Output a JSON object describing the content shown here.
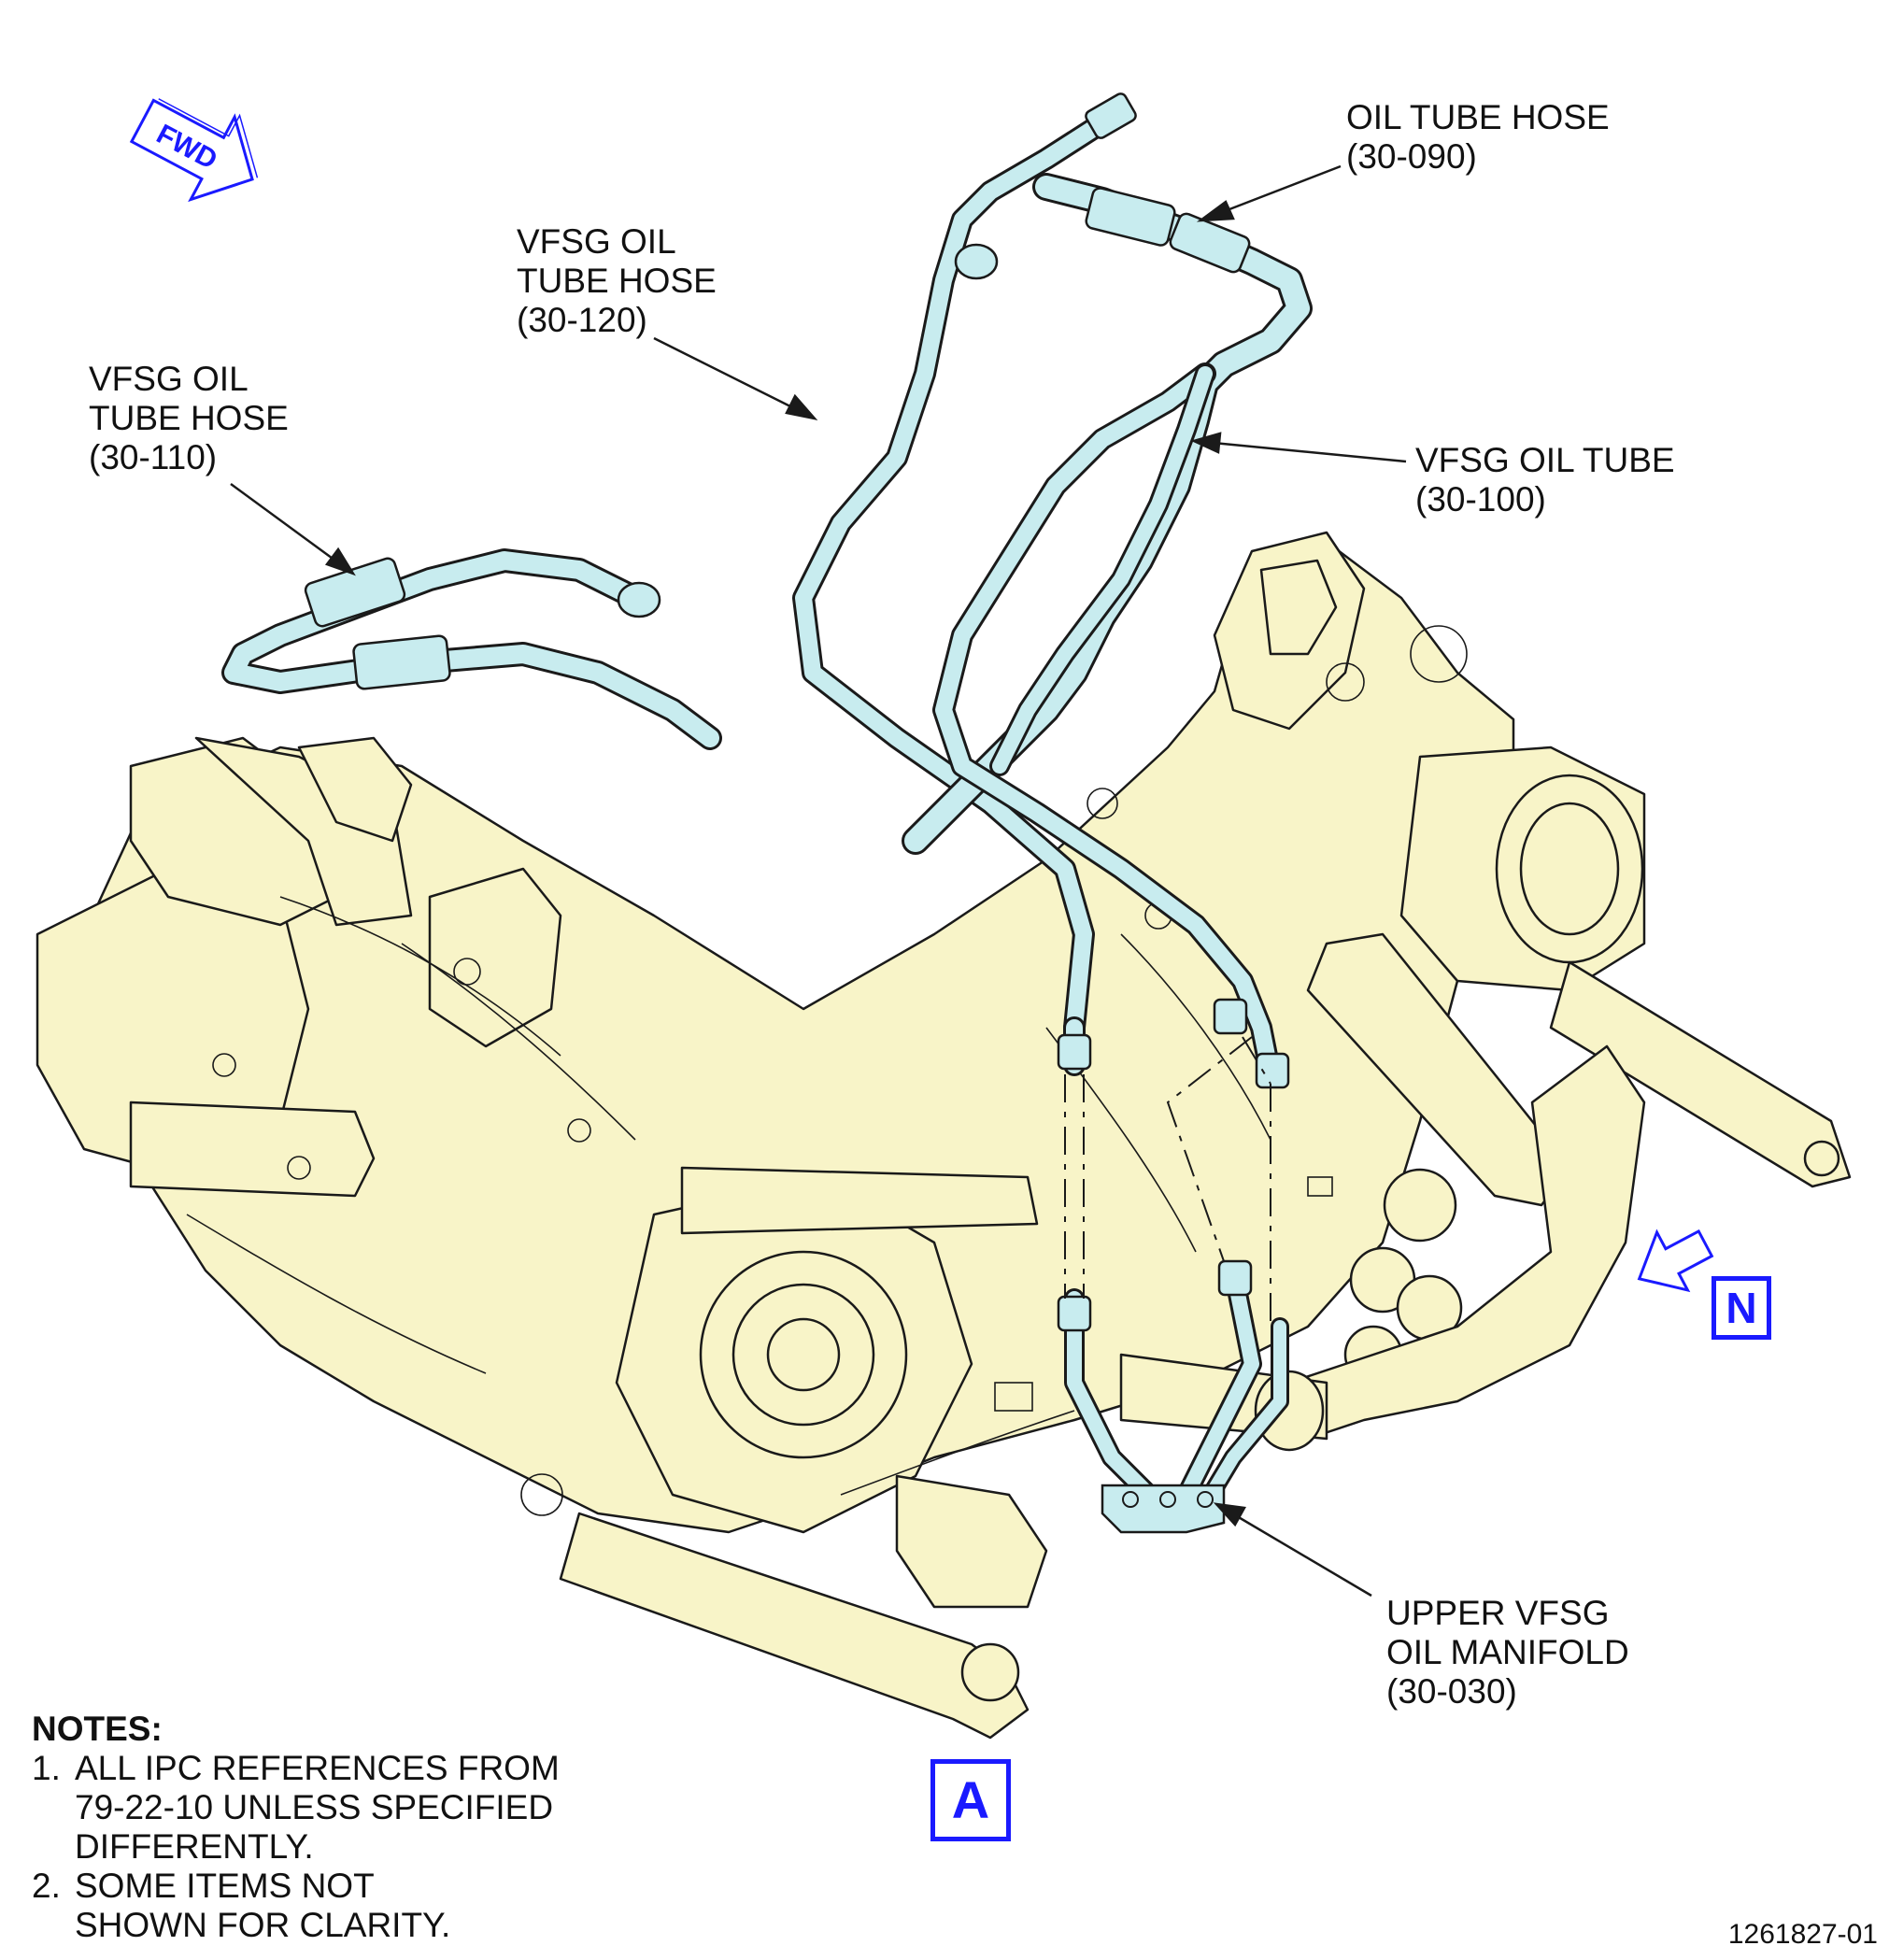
{
  "callouts": {
    "oil_tube_hose_30_090": {
      "line1": "OIL TUBE HOSE",
      "line2": "(30-090)"
    },
    "vfsg_oil_tube_hose_30_120": {
      "line1": "VFSG OIL",
      "line2": "TUBE HOSE",
      "line3": "(30-120)"
    },
    "vfsg_oil_tube_hose_30_110": {
      "line1": "VFSG OIL",
      "line2": "TUBE HOSE",
      "line3": "(30-110)"
    },
    "vfsg_oil_tube_30_100": {
      "line1": "VFSG OIL TUBE",
      "line2": "(30-100)"
    },
    "upper_vfsg_oil_manifold_30_030": {
      "line1": "UPPER VFSG",
      "line2": "OIL MANIFOLD",
      "line3": "(30-030)"
    }
  },
  "fwd_arrow": {
    "label": "FWD"
  },
  "view_labels": {
    "view_a": "A",
    "view_n": "N"
  },
  "notes": {
    "heading": "NOTES:",
    "items": [
      {
        "number": "1.",
        "lines": [
          "ALL IPC REFERENCES FROM",
          "79-22-10 UNLESS SPECIFIED",
          "DIFFERENTLY."
        ]
      },
      {
        "number": "2.",
        "lines": [
          "SOME ITEMS NOT",
          "SHOWN FOR CLARITY."
        ]
      }
    ]
  },
  "drawing_number": "1261827-01",
  "colors": {
    "gearbox_fill": "#f8f4c8",
    "tube_fill": "#c8ecef",
    "outline": "#1a1a1a",
    "view_label_blue": "#1a1aff"
  }
}
